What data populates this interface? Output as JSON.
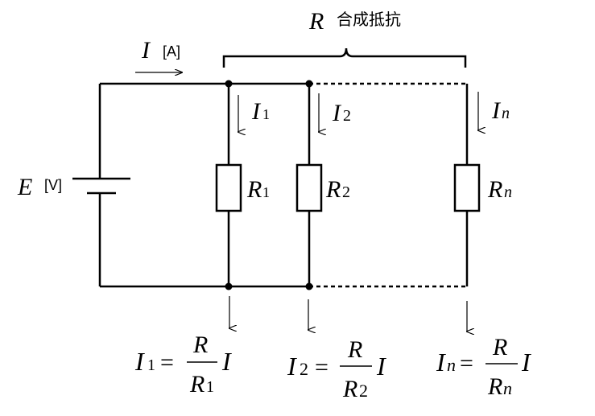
{
  "source": {
    "symbol": "E",
    "unit": "[V]"
  },
  "current": {
    "symbol": "I",
    "unit": "[A]"
  },
  "combined": {
    "symbol": "R",
    "label": "合成抵抗"
  },
  "branches": [
    {
      "current": "I",
      "current_sub": "1",
      "resistor": "R",
      "resistor_sub": "1"
    },
    {
      "current": "I",
      "current_sub": "2",
      "resistor": "R",
      "resistor_sub": "2"
    },
    {
      "current": "I",
      "current_sub": "n",
      "resistor": "R",
      "resistor_sub": "n"
    }
  ],
  "equations": [
    {
      "lhs": "I",
      "lhs_sub": "1",
      "eq": "=",
      "num": "R",
      "den": "R",
      "den_sub": "1",
      "rhs": "I"
    },
    {
      "lhs": "I",
      "lhs_sub": "2",
      "eq": "=",
      "num": "R",
      "den": "R",
      "den_sub": "2",
      "rhs": "I"
    },
    {
      "lhs": "I",
      "lhs_sub": "n",
      "eq": "=",
      "num": "R",
      "den": "R",
      "den_sub": "n",
      "rhs": "I"
    }
  ]
}
